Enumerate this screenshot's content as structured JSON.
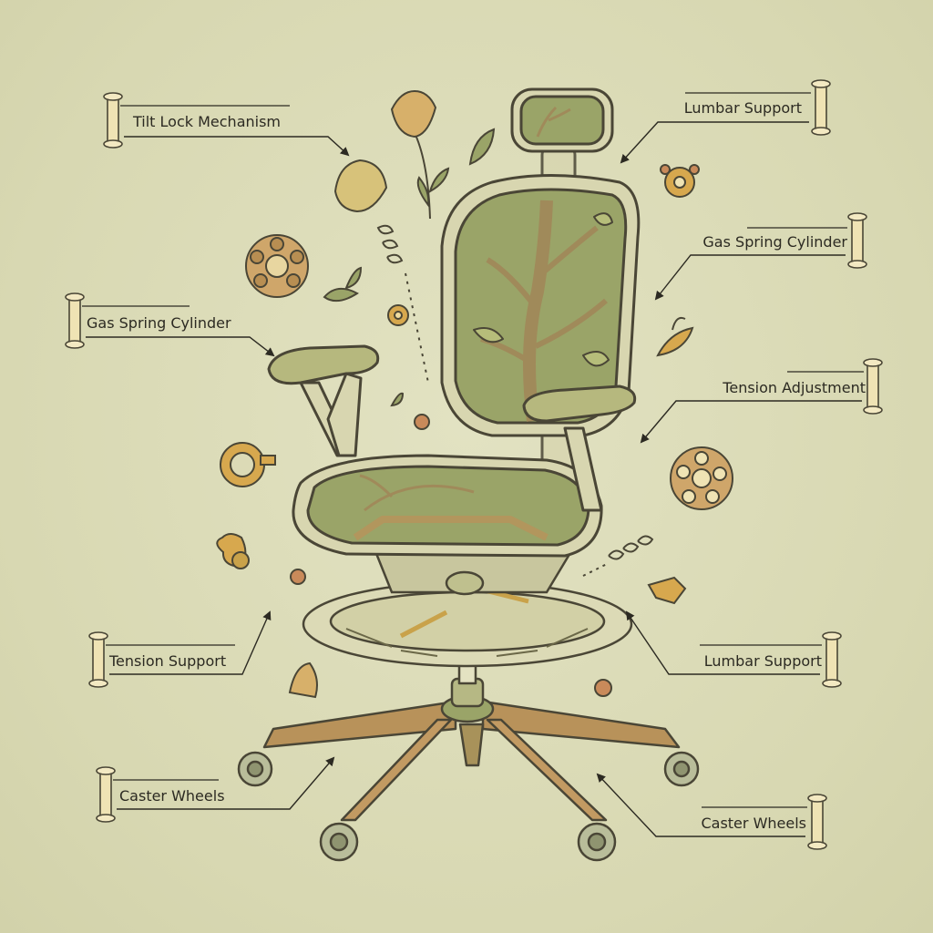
{
  "labels": {
    "tilt_lock": "Tilt Lock Mechanism",
    "lumbar_top": "Lumbar Support",
    "gas_spring_right": "Gas Spring Cylinder",
    "gas_spring_left": "Gas Spring Cylinder",
    "tension_adjustment": "Tension Adjustment",
    "tension_support": "Tension Support",
    "lumbar_bottom": "Lumbar Support",
    "caster_left": "Caster Wheels",
    "caster_right": "Caster Wheels"
  },
  "colors": {
    "background": "#dcdcb8",
    "mesh": "#9aa468",
    "frame": "#d8d6b0",
    "wood": "#b8925a",
    "ink": "#4a4636",
    "ochre": "#c9a24a"
  }
}
